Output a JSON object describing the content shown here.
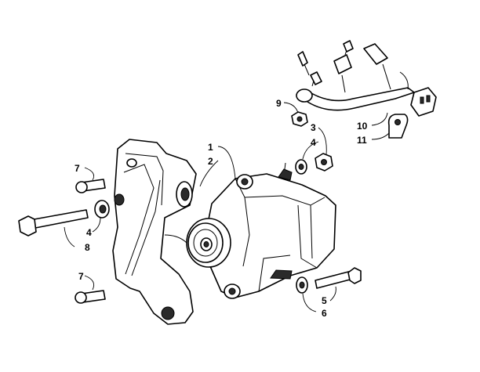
{
  "callouts": {
    "c1": "1",
    "c2": "2",
    "c3": "3",
    "c4a": "4",
    "c4b": "4",
    "c5": "5",
    "c6": "6",
    "c7a": "7",
    "c7b": "7",
    "c8": "8",
    "c9": "9",
    "c10": "10",
    "c11": "11"
  }
}
